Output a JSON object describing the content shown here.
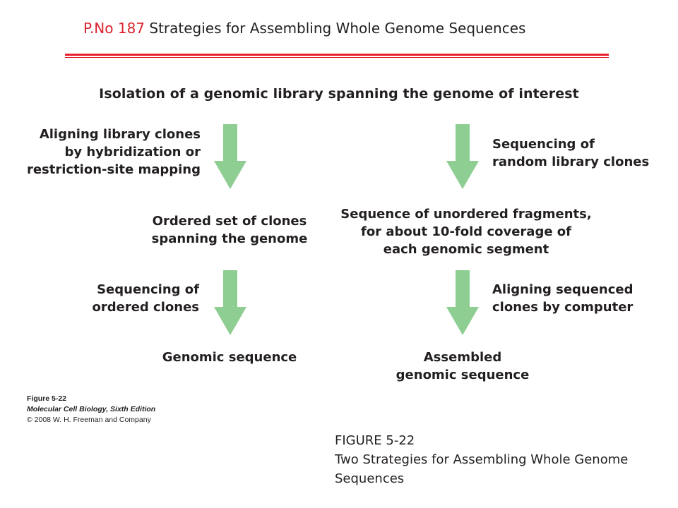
{
  "slide": {
    "page_ref": "P.No 187",
    "title": "Strategies for Assembling Whole Genome Sequences"
  },
  "figure": {
    "heading": "Isolation of a genomic library spanning the genome of interest",
    "left_path": {
      "step1_label": "Aligning library clones\nby hybridization or\nrestriction-site mapping",
      "intermediate": "Ordered set of clones\nspanning the genome",
      "step2_label": "Sequencing of\nordered clones",
      "result": "Genomic sequence"
    },
    "right_path": {
      "step1_label": "Sequencing of\nrandom library clones",
      "intermediate": "Sequence of unordered fragments,\nfor about 10-fold coverage of\neach genomic segment",
      "step2_label": "Aligning sequenced\nclones by computer",
      "result": "Assembled\ngenomic sequence"
    },
    "arrow_color": "#8fce93"
  },
  "credit": {
    "figure_number": "Figure 5-22",
    "book": "Molecular Cell Biology, Sixth Edition",
    "copyright": "© 2008 W. H. Freeman and Company"
  },
  "caption": {
    "label": "FIGURE 5-22",
    "text": "Two Strategies for Assembling Whole Genome Sequences"
  },
  "colors": {
    "accent_red": "#e8202e",
    "text": "#231f20"
  }
}
